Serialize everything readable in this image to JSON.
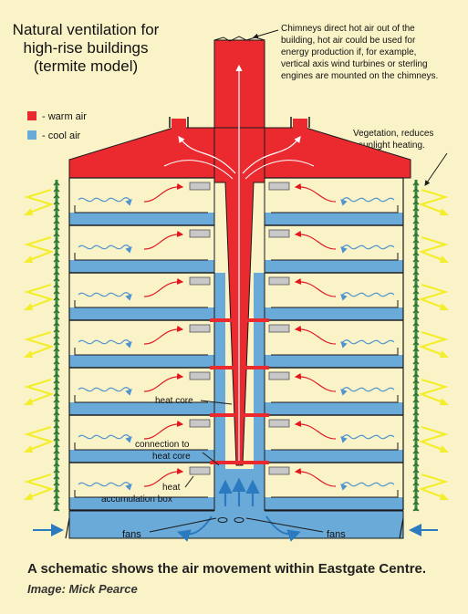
{
  "title": [
    "Natural ventilation for",
    "high-rise buildings",
    "(termite model)"
  ],
  "legend": {
    "warm": {
      "label": "- warm air",
      "color": "#ea2a2f"
    },
    "cool": {
      "label": "- cool air",
      "color": "#6aaad9"
    }
  },
  "annotations": {
    "chimneys": [
      "Chimneys direct hot air out of the",
      "building, hot air could be used for",
      "energy production if, for example,",
      "vertical axis wind turbines or sterling",
      "engines are mounted on the chimneys."
    ],
    "vegetation": [
      "Vegetation, reduces",
      "sunlight heating."
    ],
    "heat_core": "heat core",
    "connection": [
      "connection to",
      "heat core"
    ],
    "accumulation": [
      "heat",
      "accumulation box"
    ],
    "fans_left": "fans",
    "fans_right": "fans"
  },
  "caption": "A schematic shows the air movement within Eastgate Centre.",
  "credit": "Image: Mick Pearce",
  "colors": {
    "background": "#fbf3c8",
    "warm": "#ea2a2f",
    "cool": "#6aaad9",
    "sun_arrows": "#f3ee2c",
    "vegetation": "#2f8a3a",
    "structure": "#1a1a1a"
  }
}
